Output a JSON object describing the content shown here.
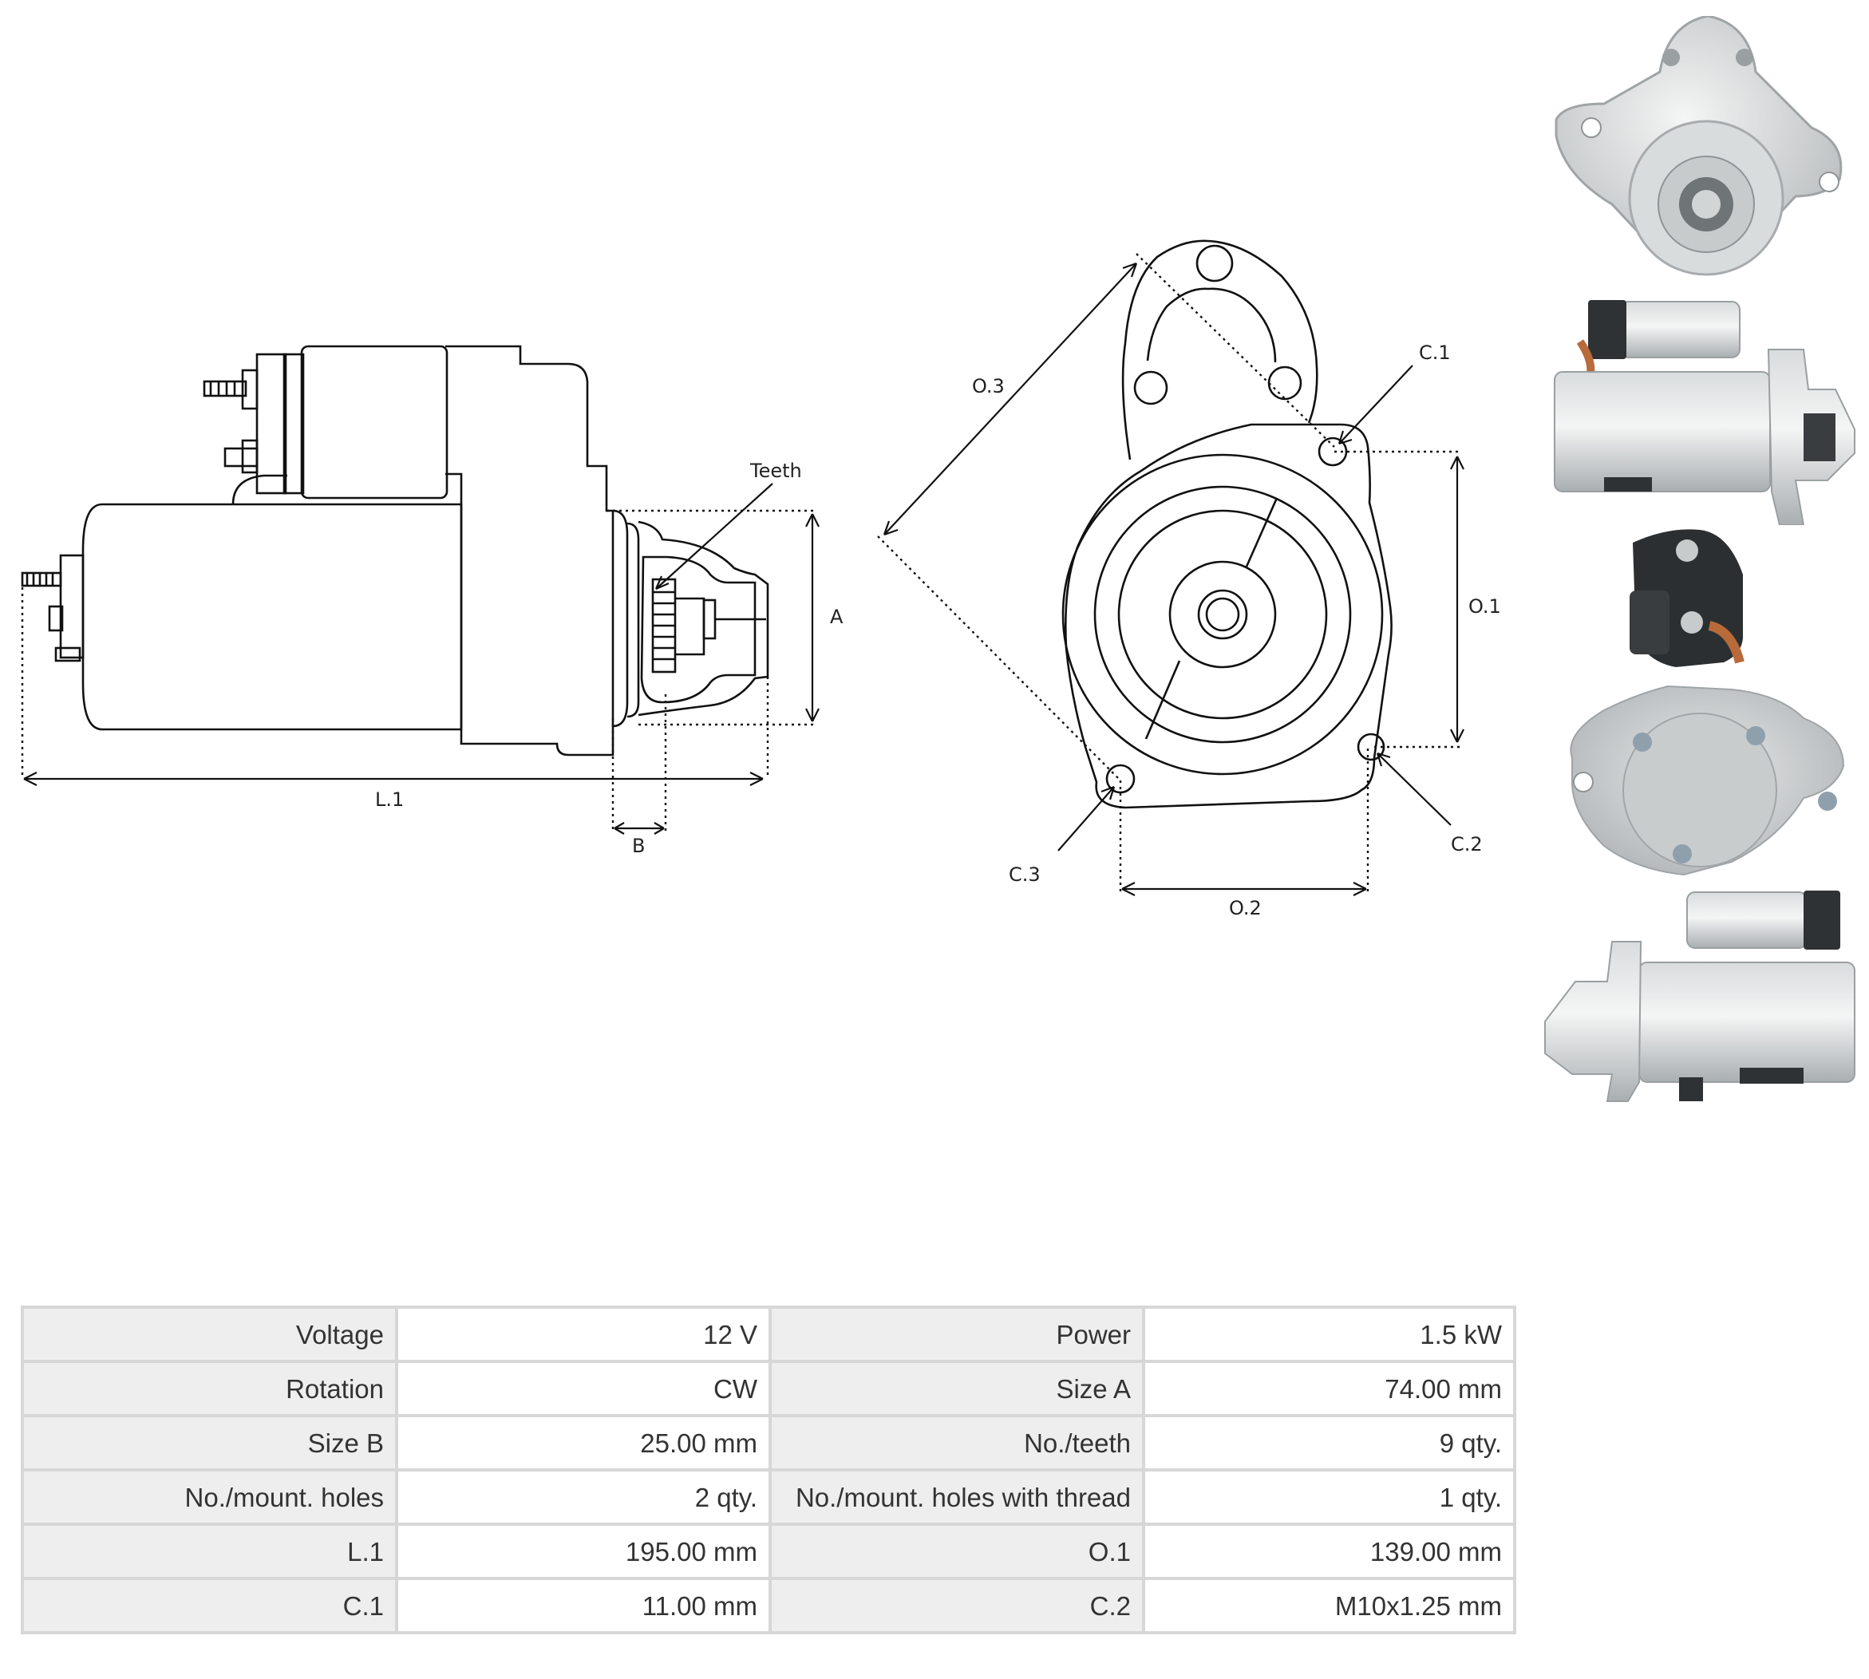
{
  "diagram": {
    "side_view_labels": {
      "teeth": "Teeth",
      "a": "A",
      "b": "B",
      "l1": "L.1"
    },
    "front_view_labels": {
      "o3": "O.3",
      "c1": "C.1",
      "o1": "O.1",
      "c2": "C.2",
      "c3": "C.3",
      "o2": "O.2"
    }
  },
  "photos": [
    {
      "icon": "starter-front-photo"
    },
    {
      "icon": "starter-side-photo"
    },
    {
      "icon": "starter-rear-photo"
    },
    {
      "icon": "starter-side-photo-2"
    }
  ],
  "specs": [
    {
      "label": "Voltage",
      "value": "12 V",
      "label2": "Power",
      "value2": "1.5 kW"
    },
    {
      "label": "Rotation",
      "value": "CW",
      "label2": "Size A",
      "value2": "74.00 mm"
    },
    {
      "label": "Size B",
      "value": "25.00 mm",
      "label2": "No./teeth",
      "value2": "9 qty."
    },
    {
      "label": "No./mount. holes",
      "value": "2 qty.",
      "label2": "No./mount. holes with thread",
      "value2": "1 qty."
    },
    {
      "label": "L.1",
      "value": "195.00 mm",
      "label2": "O.1",
      "value2": "139.00 mm"
    },
    {
      "label": "C.1",
      "value": "11.00 mm",
      "label2": "C.2",
      "value2": "M10x1.25 mm"
    }
  ]
}
